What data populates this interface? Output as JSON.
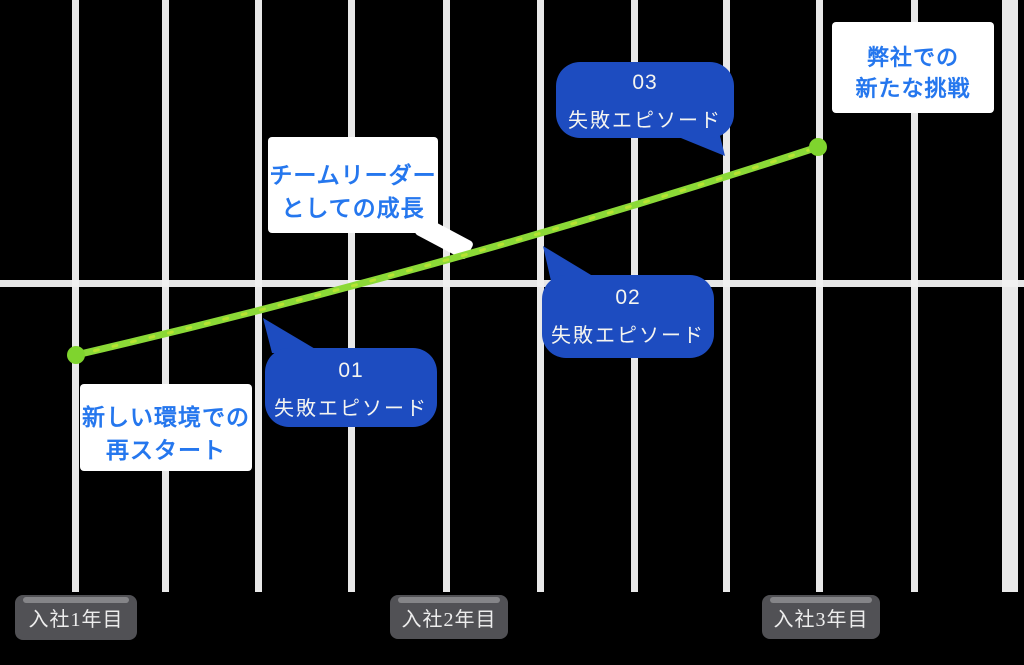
{
  "diagram_title": "growth-timeline",
  "timeline": {
    "axis_labels": [
      {
        "label": "入社1年目"
      },
      {
        "label": "入社2年目"
      },
      {
        "label": "入社3年目"
      }
    ]
  },
  "milestones": [
    {
      "lines": [
        "新しい環境での",
        "再スタート"
      ]
    },
    {
      "lines": [
        "チームリーダー",
        "としての成長"
      ]
    },
    {
      "lines": [
        "弊社での",
        "新たな挑戦"
      ]
    }
  ],
  "episodes": [
    {
      "number": "01",
      "label": "失敗エピソード"
    },
    {
      "number": "02",
      "label": "失敗エピソード"
    },
    {
      "number": "03",
      "label": "失敗エピソード"
    }
  ],
  "colors": {
    "bubble_blue": "#1d4cc0",
    "heading_blue": "#2577ee",
    "growth_line_green": "#8bd937",
    "axis_label_gray": "#515155",
    "grid_white": "#f2f2f2"
  },
  "chart_data": {
    "type": "line",
    "x": [
      "入社1年目",
      "入社2年目",
      "入社3年目"
    ],
    "trend": "single upward growth line from lower-left (year 1) to upper-right (year 3)",
    "annotations": [
      {
        "x": "入社1年目",
        "text": "新しい環境での再スタート"
      },
      {
        "x": "入社2年目",
        "text": "チームリーダーとしての成長"
      },
      {
        "x": "入社3年目",
        "text": "弊社での新たな挑戦"
      },
      {
        "x": "入社1年目〜2年目",
        "text": "01 失敗エピソード"
      },
      {
        "x": "入社2年目",
        "text": "02 失敗エピソード"
      },
      {
        "x": "入社2年目〜3年目",
        "text": "03 失敗エピソード"
      }
    ],
    "legend": "none",
    "grid": "vertical white stripes + one horizontal line"
  }
}
